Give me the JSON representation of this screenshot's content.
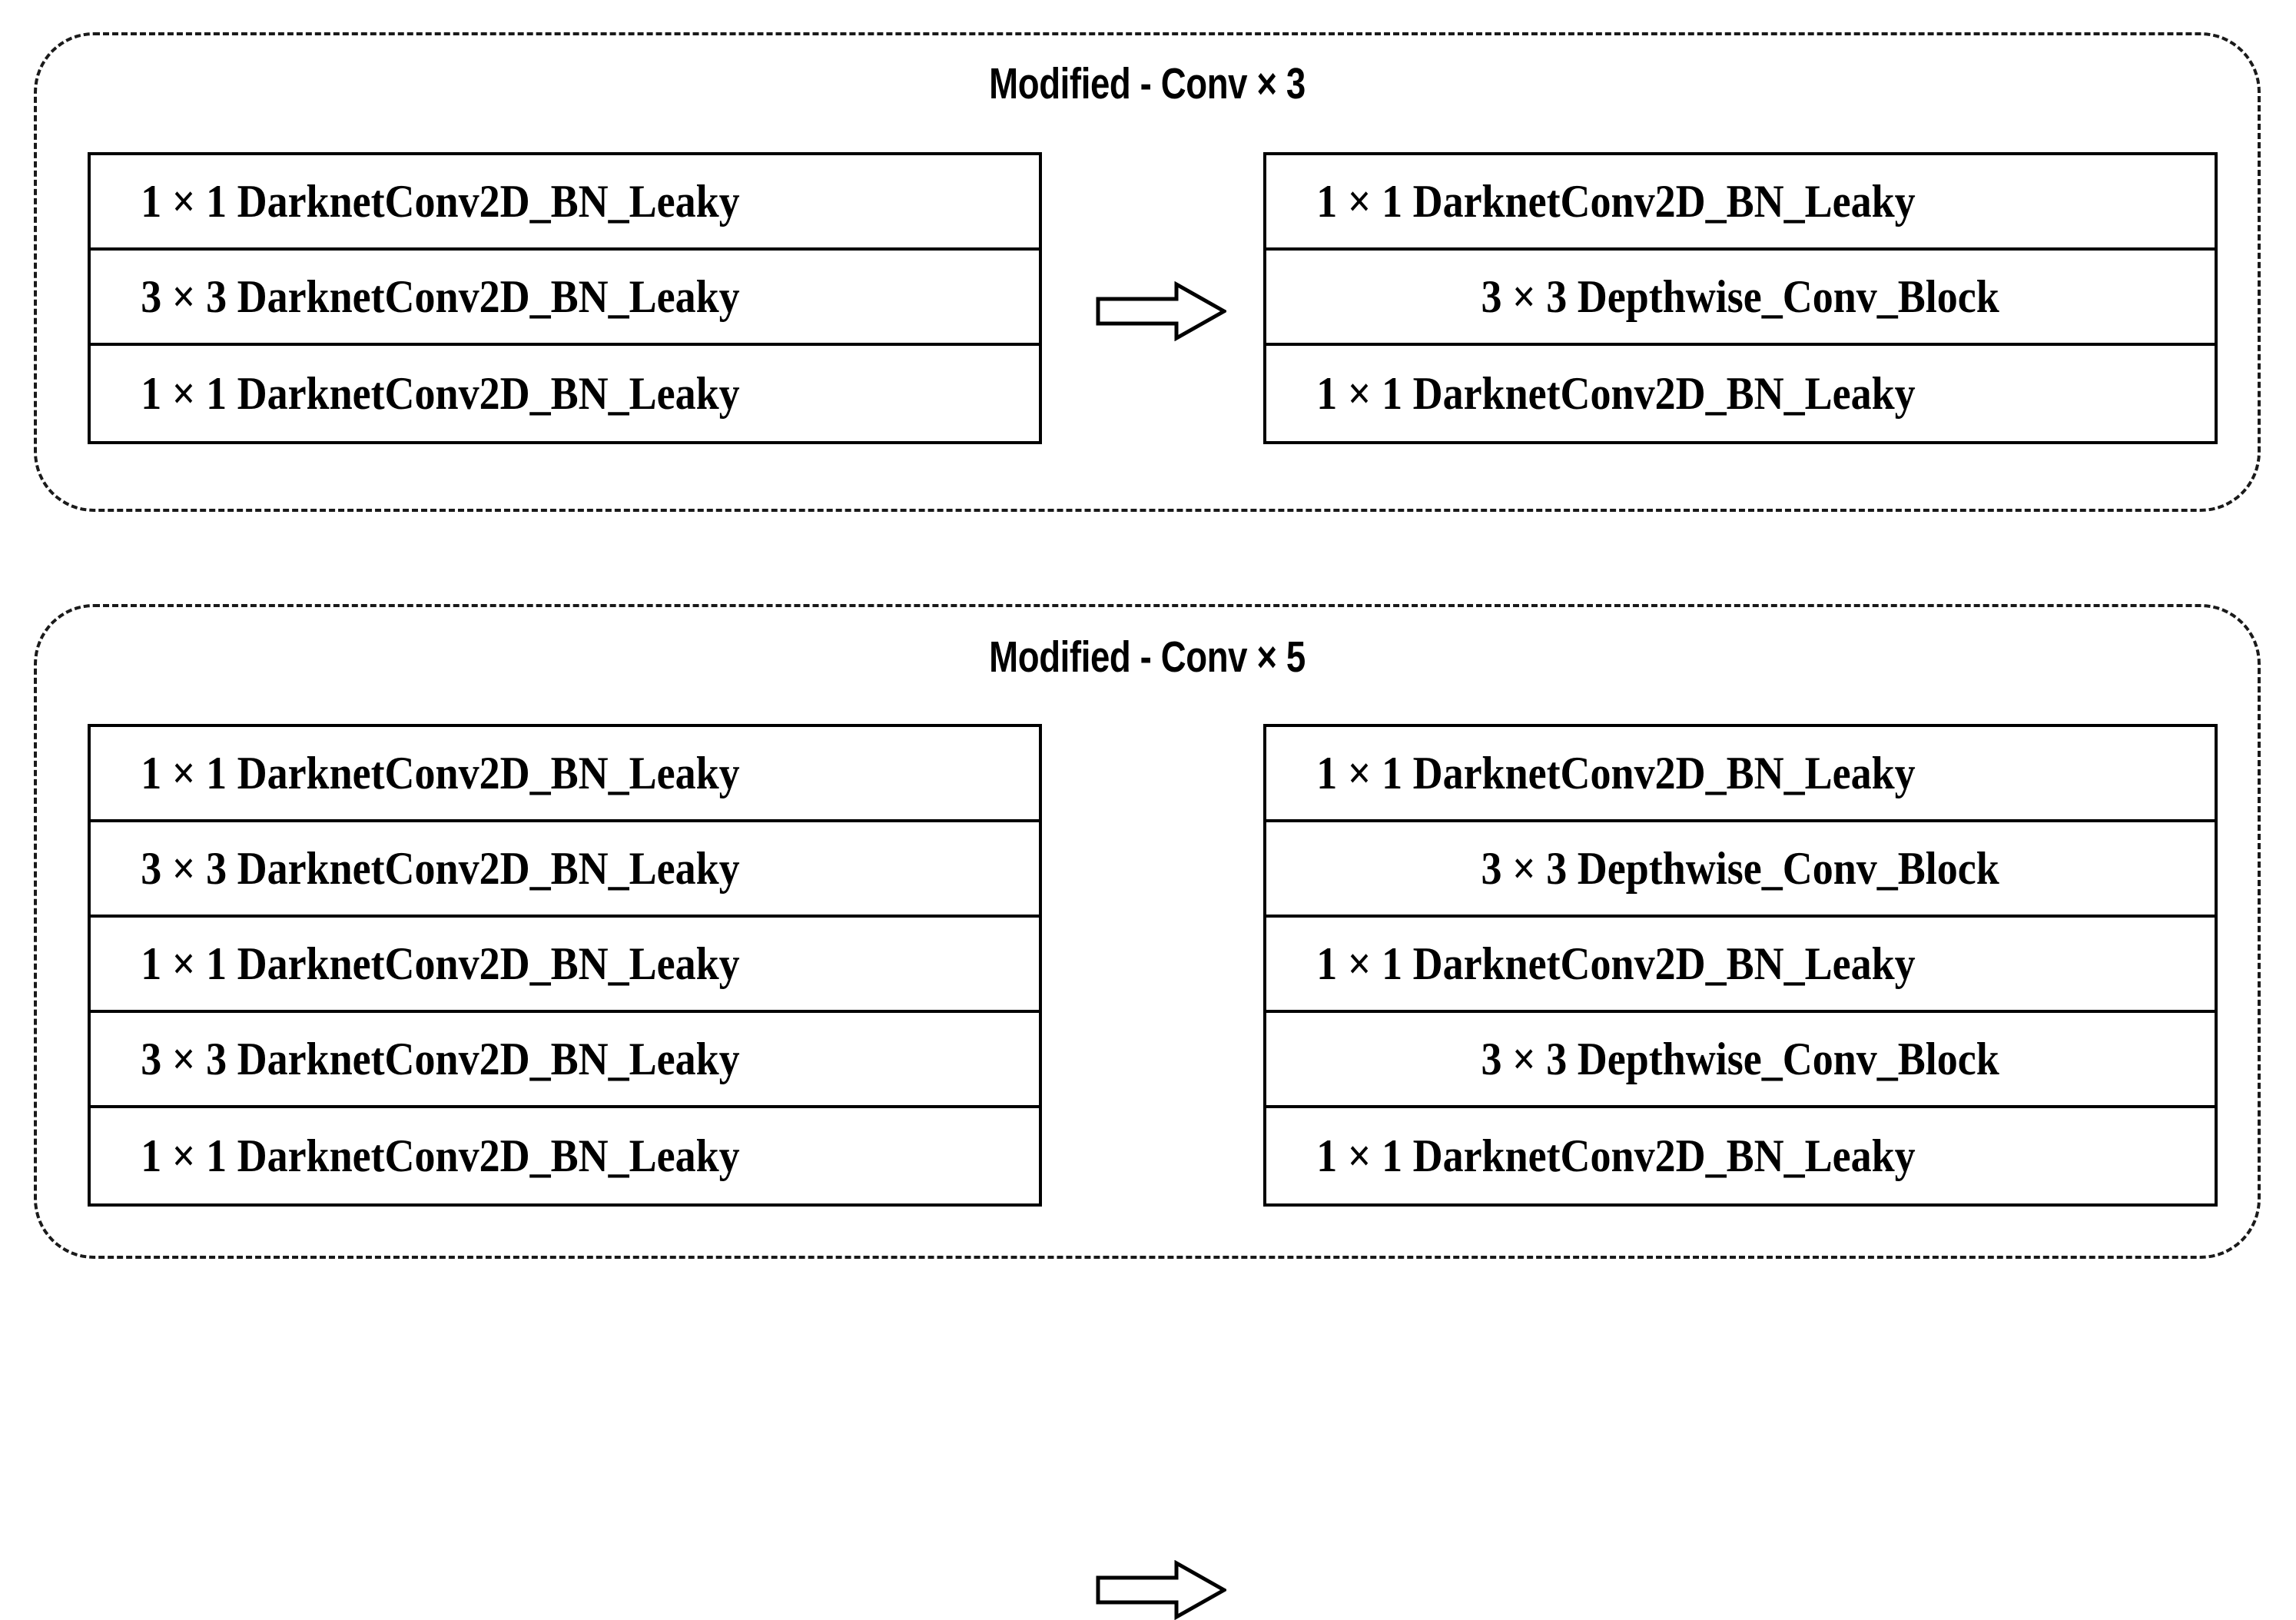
{
  "figure": {
    "title": "",
    "groups": [
      {
        "id": "conv3",
        "title": "Modified - Conv × 3",
        "arrow": "hollow-right-arrow",
        "original": {
          "caption": "",
          "rows": [
            "1 × 1 DarknetConv2D_BN_Leaky",
            "3 × 3 DarknetConv2D_BN_Leaky",
            "1 × 1 DarknetConv2D_BN_Leaky"
          ]
        },
        "modified": {
          "caption": "",
          "rows": [
            "1 × 1 DarknetConv2D_BN_Leaky",
            "3 × 3 Depthwise_Conv_Block",
            "1 × 1 DarknetConv2D_BN_Leaky"
          ]
        }
      },
      {
        "id": "conv5",
        "title": "Modified - Conv × 5",
        "arrow": "hollow-right-arrow",
        "original": {
          "caption": "",
          "rows": [
            "1 × 1 DarknetConv2D_BN_Leaky",
            "3 × 3 DarknetConv2D_BN_Leaky",
            "1 × 1 DarknetConv2D_BN_Leaky",
            "3 × 3 DarknetConv2D_BN_Leaky",
            "1 × 1 DarknetConv2D_BN_Leaky"
          ]
        },
        "modified": {
          "caption": "",
          "rows": [
            "1 × 1 DarknetConv2D_BN_Leaky",
            "3 × 3 Depthwise_Conv_Block",
            "1 × 1 DarknetConv2D_BN_Leaky",
            "3 × 3 Depthwise_Conv_Block",
            "1 × 1 DarknetConv2D_BN_Leaky"
          ]
        }
      }
    ],
    "colors": {
      "stroke": "#000000",
      "dashed_border": "#1a1a1a",
      "background": "#ffffff",
      "text": "#000000"
    }
  }
}
